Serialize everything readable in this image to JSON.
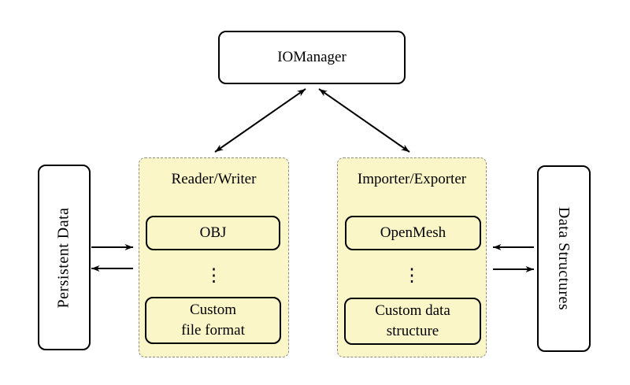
{
  "diagram": {
    "iomanager": {
      "label": "IOManager"
    },
    "persistent_data": {
      "label": "Persistent Data"
    },
    "data_structures": {
      "label": "Data Structures"
    },
    "reader_writer": {
      "title": "Reader/Writer",
      "items": [
        {
          "label": "OBJ"
        },
        {
          "label": "⋮"
        },
        {
          "label": "Custom\nfile format"
        }
      ]
    },
    "importer_exporter": {
      "title": "Importer/Exporter",
      "items": [
        {
          "label": "OpenMesh"
        },
        {
          "label": "⋮"
        },
        {
          "label": "Custom data\nstructure"
        }
      ]
    },
    "colors": {
      "group_fill": "#FBF6C7",
      "group_border": "#8A8A8A",
      "node_fill": "#FFFFFF",
      "line_color": "#000000",
      "background": "#FFFFFF"
    }
  }
}
